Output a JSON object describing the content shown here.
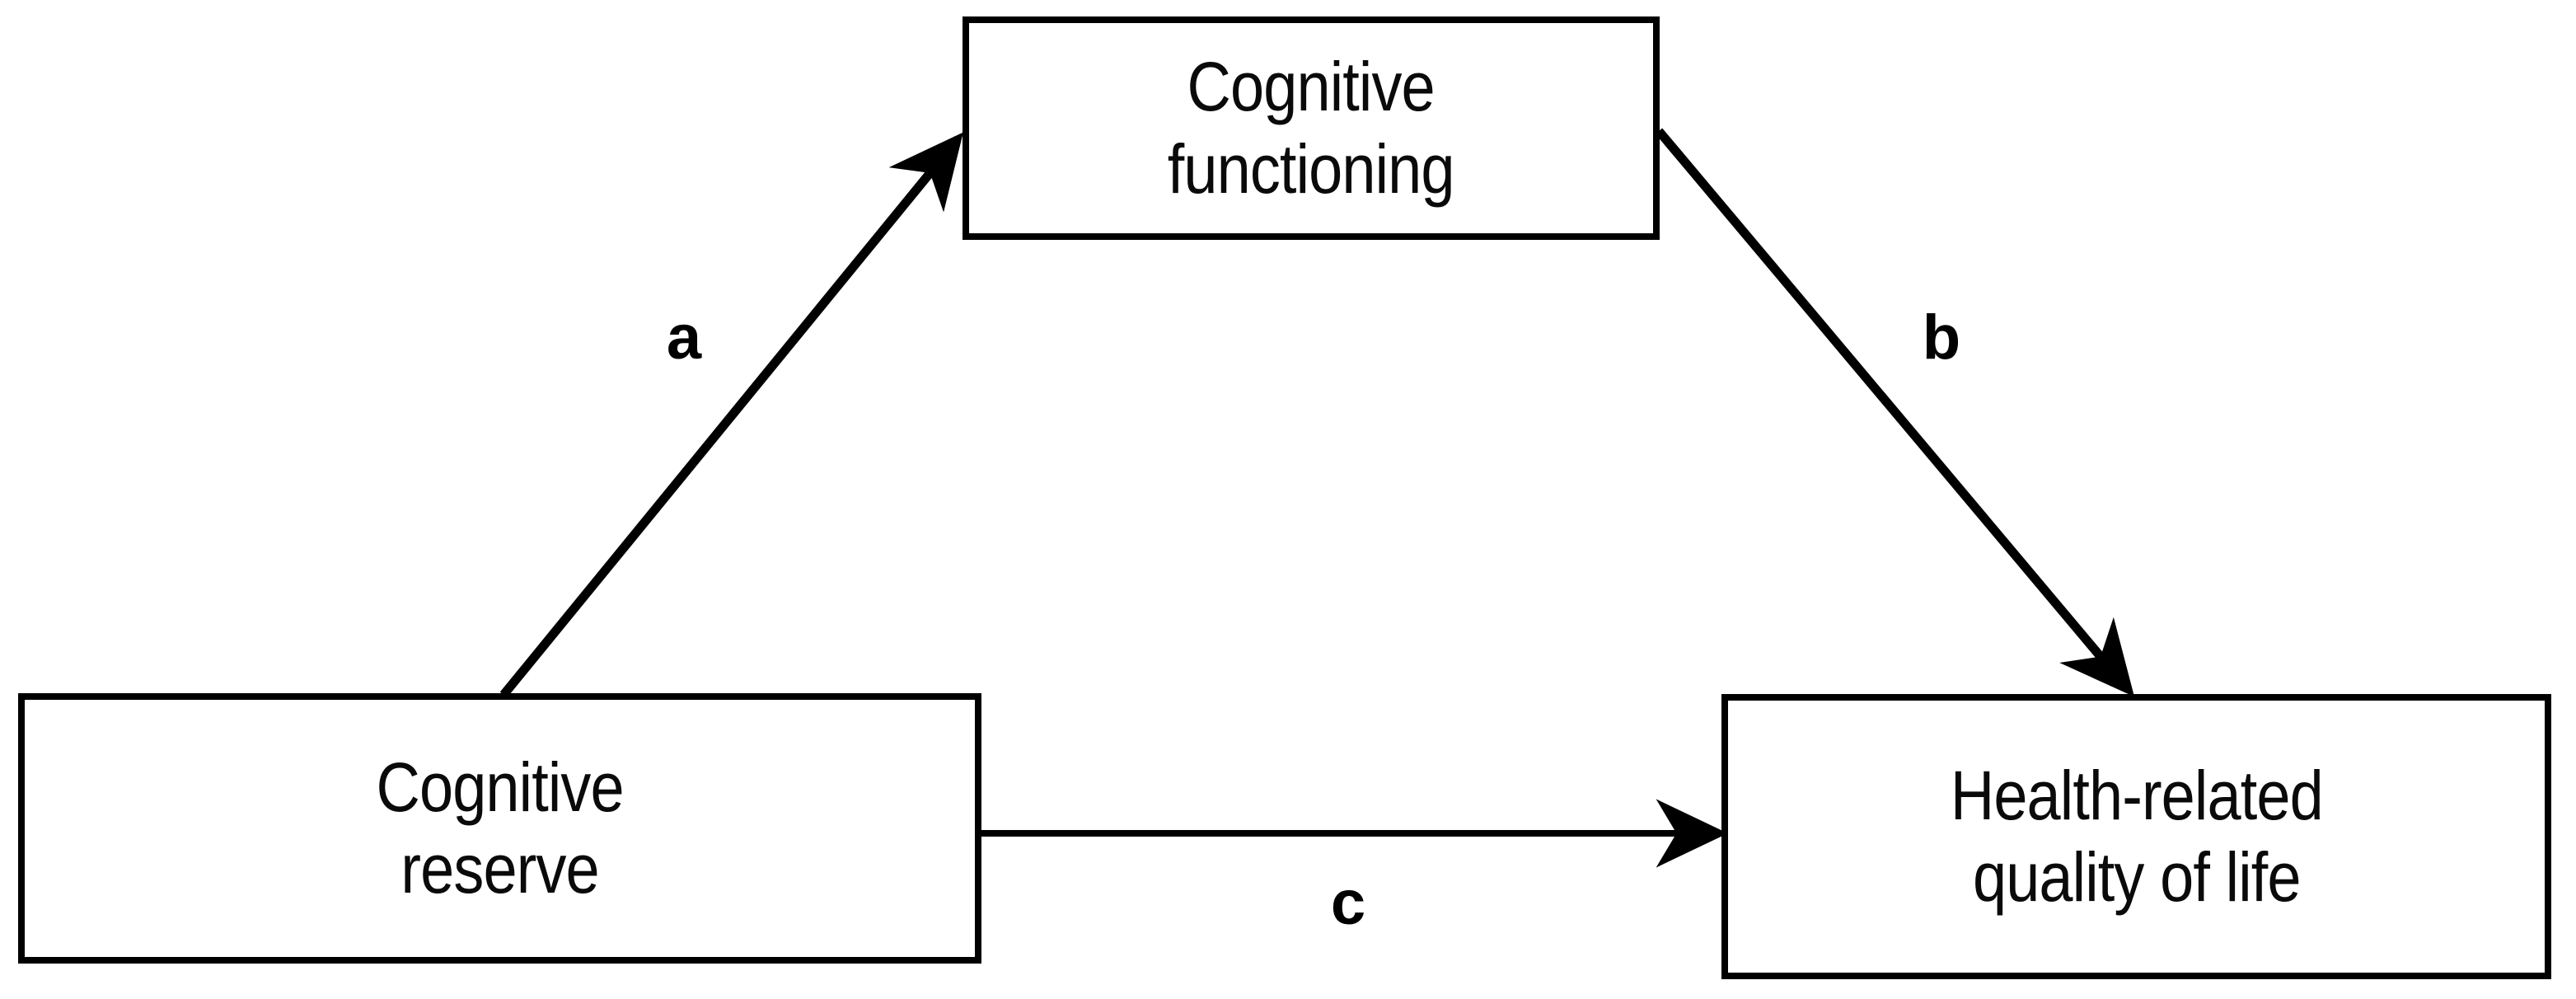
{
  "figure": {
    "type": "mediation-path-diagram",
    "background_color": "#ffffff",
    "stroke_color": "#000000"
  },
  "nodes": [
    {
      "id": "cognitive-functioning",
      "label": "Cognitive\nfunctioning",
      "role": "mediator",
      "position": "top-center"
    },
    {
      "id": "cognitive-reserve",
      "label": "Cognitive\nreserve",
      "role": "predictor",
      "position": "bottom-left"
    },
    {
      "id": "health-related-quality-of-life",
      "label": "Health-related\nquality of life",
      "role": "outcome",
      "position": "bottom-right"
    }
  ],
  "paths": [
    {
      "id": "path-a",
      "label": "a",
      "from": "cognitive-reserve",
      "to": "cognitive-functioning",
      "direction": "up-right"
    },
    {
      "id": "path-b",
      "label": "b",
      "from": "cognitive-functioning",
      "to": "health-related-quality-of-life",
      "direction": "down-right"
    },
    {
      "id": "path-c",
      "label": "c",
      "from": "cognitive-reserve",
      "to": "health-related-quality-of-life",
      "direction": "right"
    }
  ]
}
